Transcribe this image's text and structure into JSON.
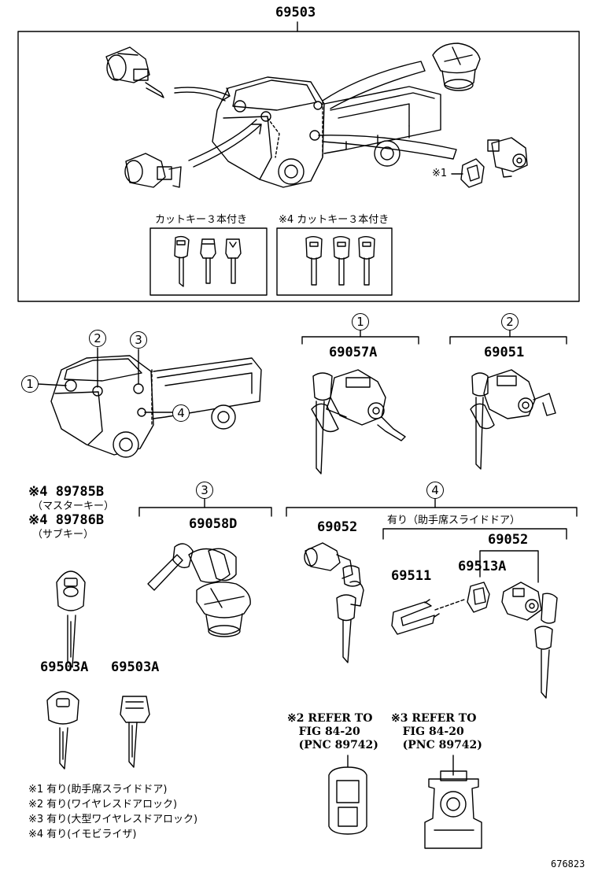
{
  "main_part": "69503",
  "key_sets": {
    "left_caption": "カットキー３本付き",
    "right_caption": "※4 カットキー３本付き"
  },
  "callout_note1": "※1",
  "locations": {
    "c1": "1",
    "c2": "2",
    "c3": "3",
    "c4": "4"
  },
  "group1": {
    "num": "1",
    "part": "69057A"
  },
  "group2": {
    "num": "2",
    "part": "69051"
  },
  "keys_left": {
    "master_part": "※4 89785B",
    "master_desc": "（マスターキー）",
    "sub_part": "※4 89786B",
    "sub_desc": "（サブキー）"
  },
  "group3": {
    "num": "3",
    "part": "69058D"
  },
  "group4": {
    "num": "4",
    "left_part": "69052",
    "bracket_label": "有り（助手席スライドドア）",
    "right_part": "69052",
    "clip_part": "69511",
    "ring_part": "69513A"
  },
  "key_a1": "69503A",
  "key_a2": "69503A",
  "refer2": "※2 REFER TO\n   FIG 84-20\n   (PNC 89742)",
  "refer3": "※3 REFER TO\n   FIG 84-20\n   (PNC 89742)",
  "notes": [
    "※1 有り(助手席スライドドア)",
    "※2 有り(ワイヤレスドアロック)",
    "※3 有り(大型ワイヤレスドアロック)",
    "※4 有り(イモビライザ)"
  ],
  "figure_id": "676823"
}
